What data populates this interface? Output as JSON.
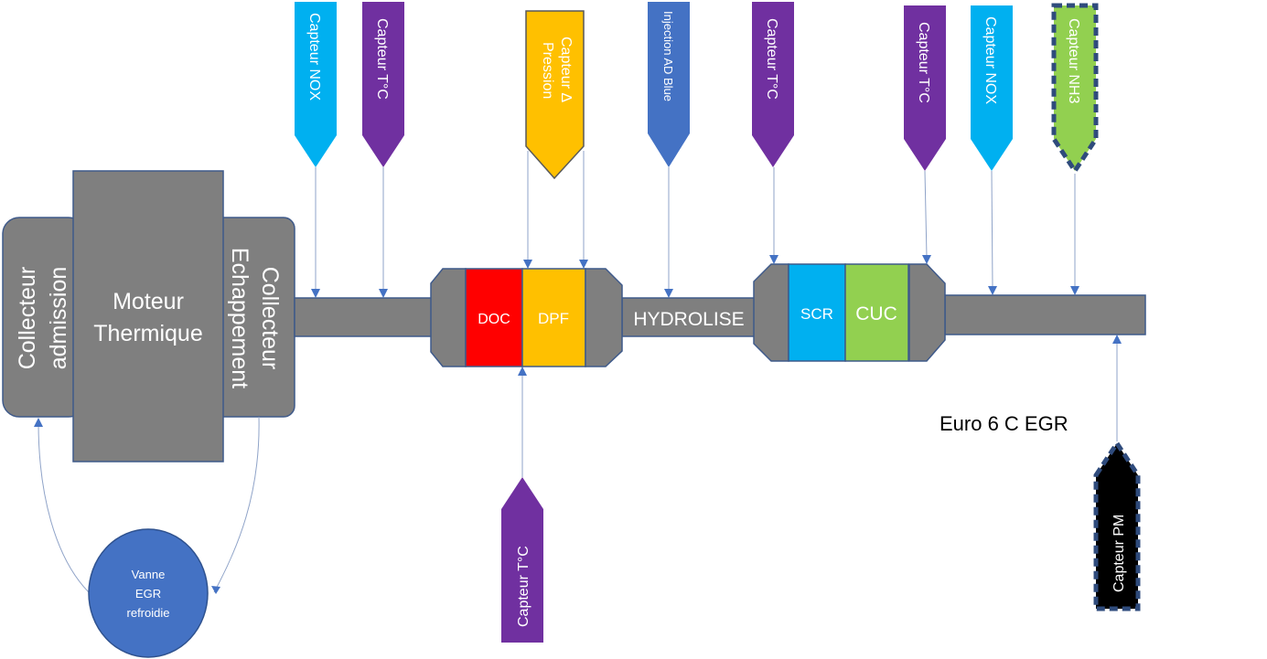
{
  "title": "Euro 6 C EGR",
  "engine": {
    "intake_manifold": [
      "Collecteur",
      "admission"
    ],
    "engine_block": [
      "Moteur",
      "Thermique"
    ],
    "exhaust_manifold": [
      "Collecteur",
      "Echappement"
    ]
  },
  "egr_valve": {
    "lines": [
      "Vanne",
      "EGR",
      "refroidie"
    ],
    "color": "#4472c4"
  },
  "catalyst_1": {
    "doc": {
      "label": "DOC",
      "color": "#ff0000"
    },
    "dpf": {
      "label": "DPF",
      "color": "#ffc000"
    }
  },
  "pipe_label": "HYDROLISE",
  "catalyst_2": {
    "scr": {
      "label": "SCR",
      "color": "#00b0f0"
    },
    "cuc": {
      "label": "CUC",
      "color": "#92d050"
    }
  },
  "sensors_top": [
    {
      "lines": [
        "Capteur NOX"
      ],
      "color": "#00b0f0",
      "icon": "nox-sensor"
    },
    {
      "lines": [
        "Capteur T°C"
      ],
      "color": "#7030a0",
      "icon": "temperature-sensor"
    },
    {
      "lines": [
        "Capteur Δ",
        "Pression"
      ],
      "color": "#ffc000",
      "icon": "pressure-sensor"
    },
    {
      "lines": [
        "Injection AD Blue"
      ],
      "color": "#4472c4",
      "icon": "adblue-injector"
    },
    {
      "lines": [
        "Capteur T°C"
      ],
      "color": "#7030a0",
      "icon": "temperature-sensor"
    },
    {
      "lines": [
        "Capteur T°C"
      ],
      "color": "#7030a0",
      "icon": "temperature-sensor"
    },
    {
      "lines": [
        "Capteur NOX"
      ],
      "color": "#00b0f0",
      "icon": "nox-sensor"
    },
    {
      "lines": [
        "Capteur NH3"
      ],
      "color": "#92d050",
      "icon": "nh3-sensor"
    }
  ],
  "sensors_bottom": [
    {
      "lines": [
        "Capteur T°C"
      ],
      "color": "#7030a0",
      "icon": "temperature-sensor"
    },
    {
      "lines": [
        "Capteur PM"
      ],
      "color": "#000000",
      "icon": "pm-sensor"
    }
  ],
  "colors": {
    "body_gray": "#7f7f7f",
    "outline": "#3f5a8a",
    "arrow": "#4472c4"
  }
}
